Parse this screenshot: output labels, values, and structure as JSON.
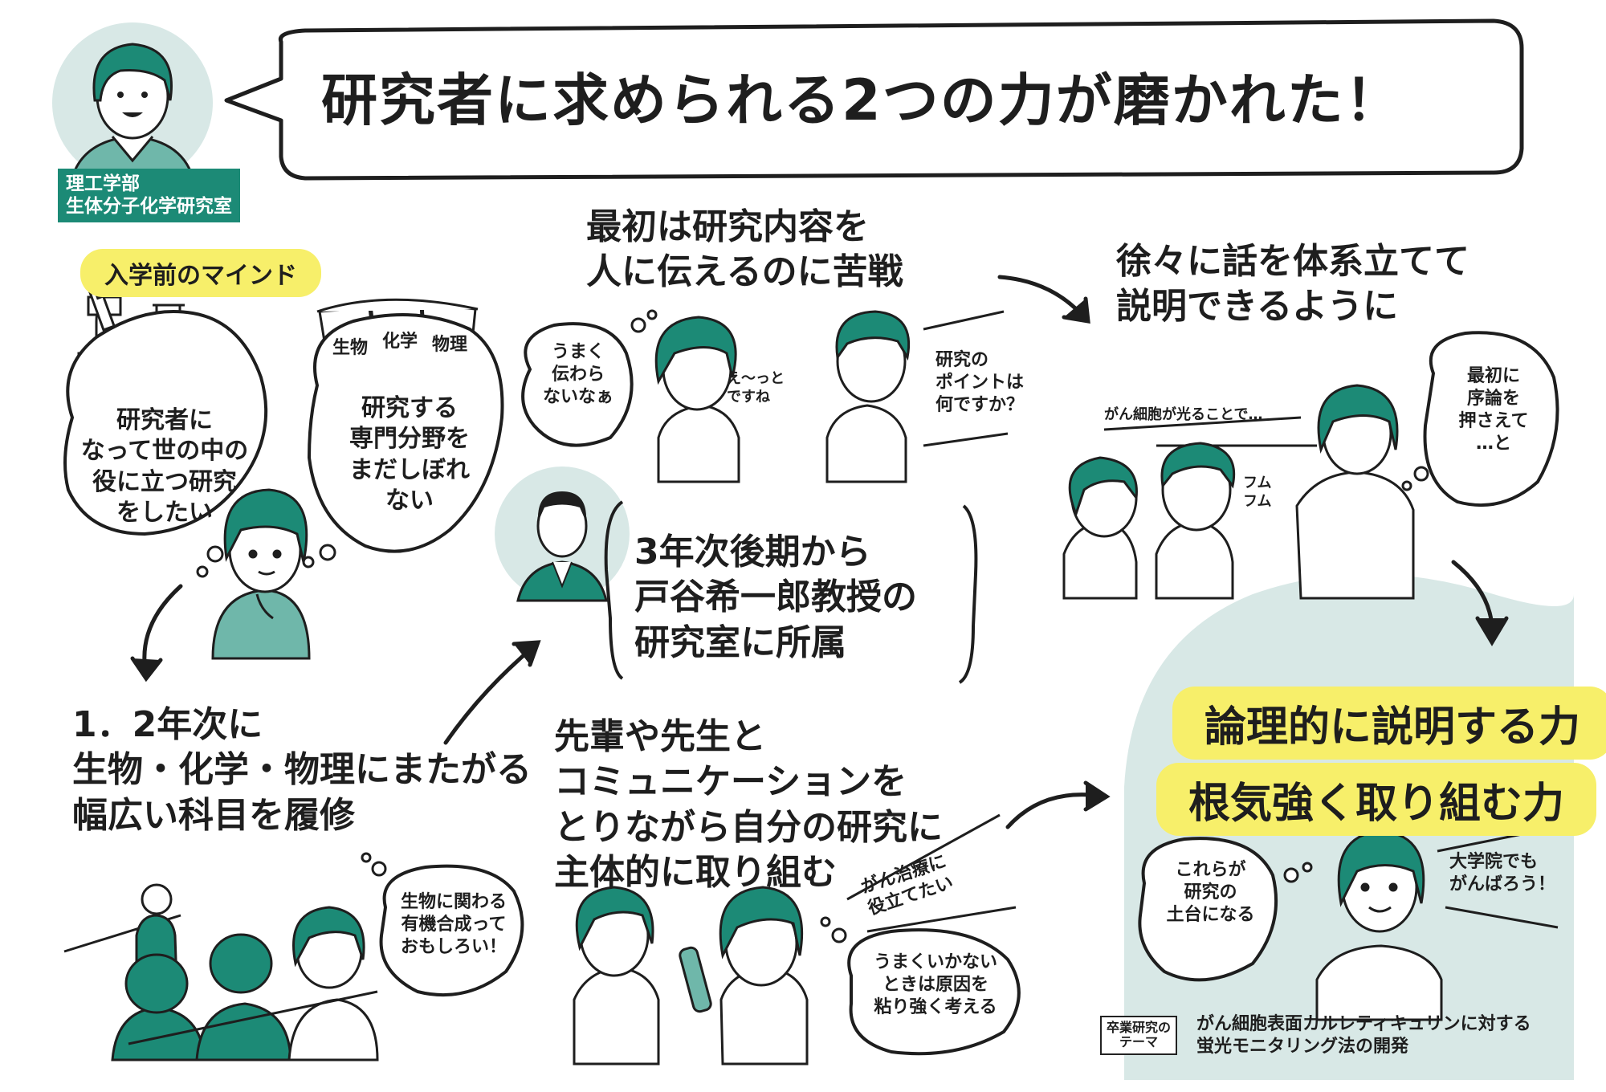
{
  "title": "研究者に求められる2つの力が磨かれた！",
  "profile": {
    "department": "理工学部\n生体分子化学研究室"
  },
  "pre_entry": {
    "tag": "入学前のマインド",
    "thought_1": "研究者に\nなって世の中の\n役に立つ研究\nをしたい",
    "thought_2": "研究する\n専門分野を\nまだしぼれ\nない",
    "book_labels": [
      "生物",
      "化学",
      "物理"
    ]
  },
  "year12": {
    "heading": "1．2年次に\n生物・化学・物理にまたがる\n幅広い科目を履修",
    "bubble": "生物に関わる\n有機合成って\nおもしろい！"
  },
  "professor": {
    "text": "3年次後期から\n戸谷希一郎教授の\n研究室に所属"
  },
  "struggle": {
    "heading": "最初は研究内容を\n人に伝えるのに苦戦",
    "bubble": "うまく\n伝わら\nないなぁ",
    "filler": "え〜っと\nですね",
    "question": "研究の\nポイントは\n何ですか？"
  },
  "improved": {
    "heading": "徐々に話を体系立てて\n説明できるように",
    "speech": "がん細胞が光ることで…",
    "bubble": "最初に\n序論を\n押さえて\n…と",
    "nod": "フム\nフム"
  },
  "communication": {
    "heading": "先輩や先生と\nコミュニケーションを\nとりながら自分の研究に\n主体的に取り組む",
    "wish": "がん治療に\n役立てたい",
    "bubble": "うまくいかない\nときは原因を\n粘り強く考える"
  },
  "results": {
    "skill_1": "論理的に説明する力",
    "skill_2": "根気強く取り組む力",
    "bubble": "これらが\n研究の\n土台になる",
    "cheer": "大学院でも\nがんばろう！",
    "theme_label": "卒業研究の\nテーマ",
    "theme_text": "がん細胞表面カルレティキュリンに対する\n蛍光モニタリング法の開発"
  },
  "colors": {
    "teal": "#1c8a76",
    "mint": "#6fb7aa",
    "pale": "#d8e8e6",
    "highlight": "#f7ef6a",
    "ink": "#1e1e1e"
  }
}
